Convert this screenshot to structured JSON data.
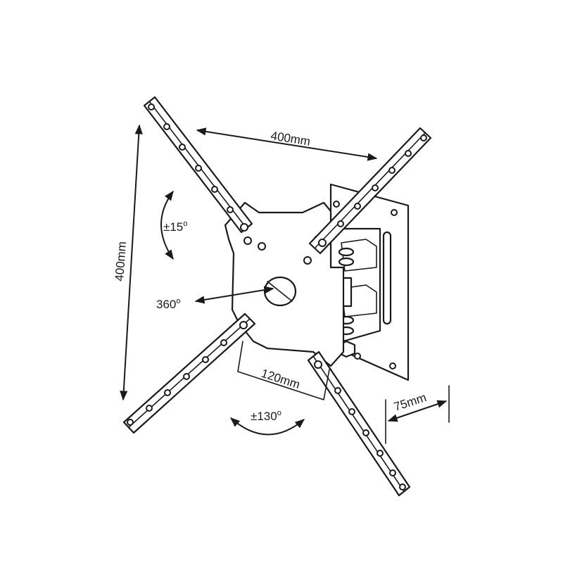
{
  "labels": {
    "width_top": "400mm",
    "height_left": "400mm",
    "tilt": "±15",
    "rotation": "360",
    "hole_spacing": "120mm",
    "swivel": "±130",
    "wall_distance": "75mm",
    "degree_mark": "o"
  }
}
